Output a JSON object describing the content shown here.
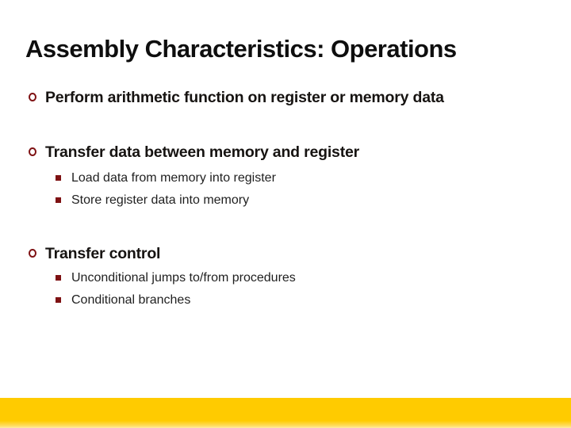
{
  "slide": {
    "title": "Assembly Characteristics: Operations",
    "bullets": [
      {
        "level": 1,
        "marker": "circle-outline",
        "text": "Perform arithmetic function on register or memory data"
      },
      {
        "level": 1,
        "marker": "circle-outline",
        "text": "Transfer data between memory and register"
      },
      {
        "level": 2,
        "marker": "square-filled",
        "text": "Load data from memory into register"
      },
      {
        "level": 2,
        "marker": "square-filled",
        "text": "Store register data into memory"
      },
      {
        "level": 1,
        "marker": "circle-outline",
        "text": "Transfer control"
      },
      {
        "level": 2,
        "marker": "square-filled",
        "text": "Unconditional jumps to/from procedures"
      },
      {
        "level": 2,
        "marker": "square-filled",
        "text": "Conditional branches"
      }
    ],
    "colors": {
      "background": "#FFFFFF",
      "title_text": "#0E0E0E",
      "body_text": "#161311",
      "sub_text": "#1F1F1F",
      "bullet_accent": "#7E1113",
      "bottom_bar": "#FFCB00"
    }
  }
}
